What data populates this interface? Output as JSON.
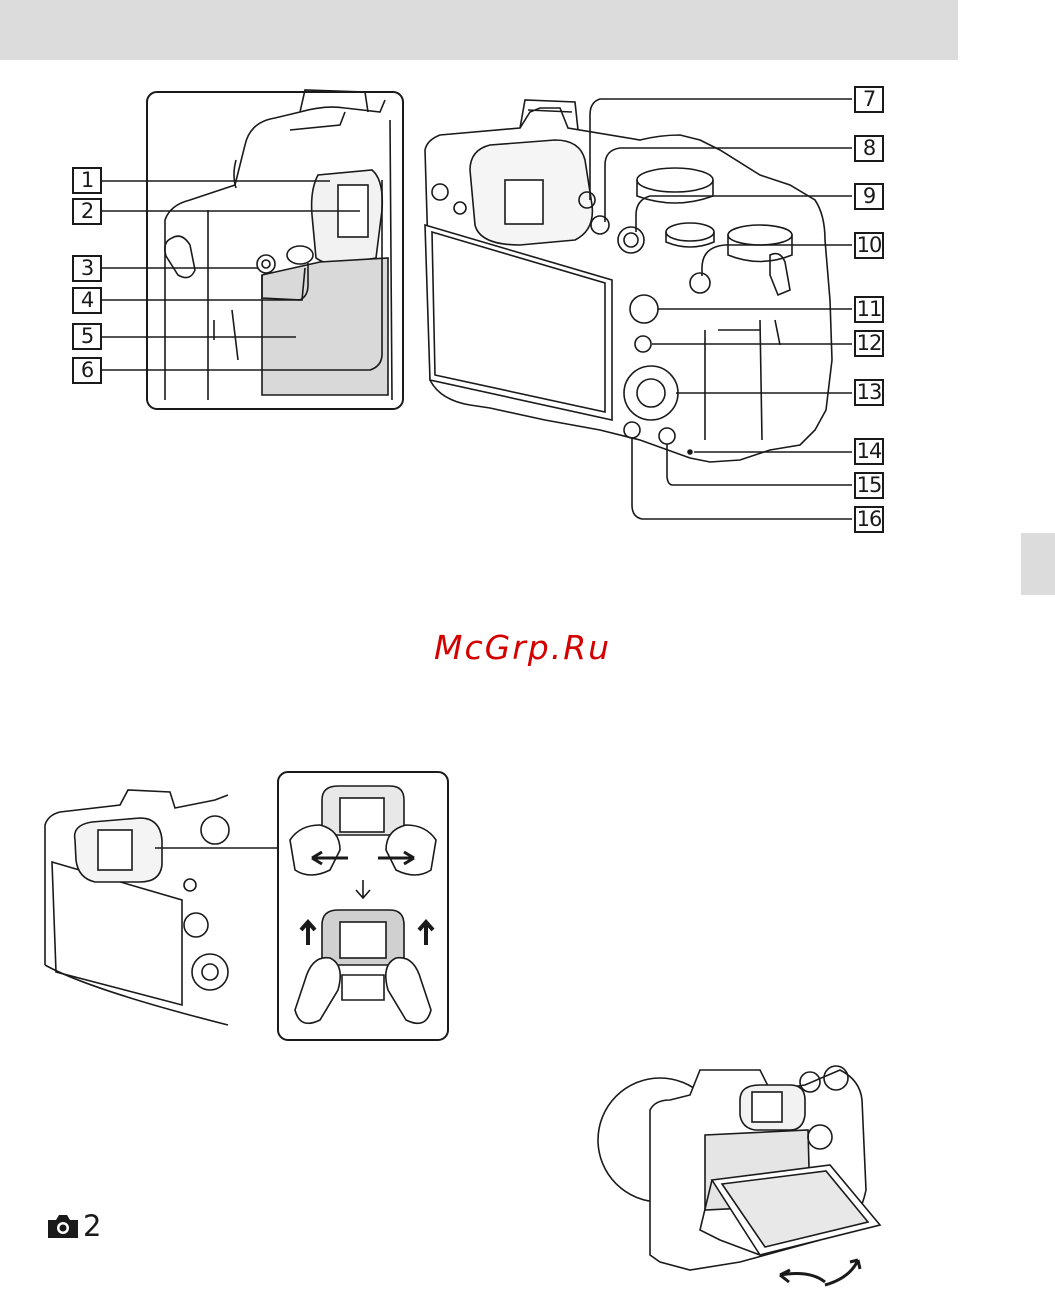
{
  "header": {
    "color": "#dcdcdc"
  },
  "watermark": {
    "text": "McGrp.Ru",
    "color": "#d40000"
  },
  "callouts": [
    "1",
    "2",
    "3",
    "4",
    "5",
    "6",
    "7",
    "8",
    "9",
    "10",
    "11",
    "12",
    "13",
    "14",
    "15",
    "16"
  ],
  "page_mark": {
    "icon": "camera-icon",
    "number": "2"
  },
  "side_tab": {
    "color": "#dcdcdc"
  }
}
